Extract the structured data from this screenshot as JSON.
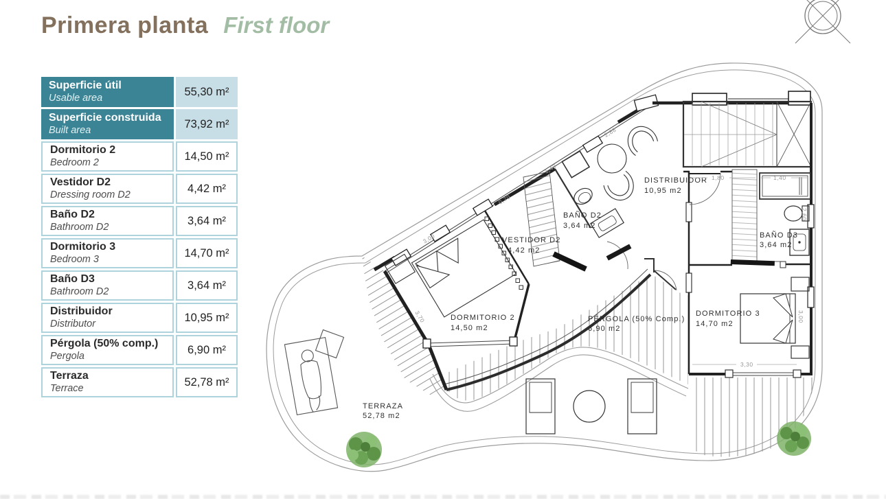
{
  "title": {
    "main": "Primera planta",
    "sub": "First floor"
  },
  "colors": {
    "teal_header": "#3b8495",
    "teal_light": "#c8dee6",
    "row_border": "#aed3dc",
    "title_main": "#83715d",
    "title_sub": "#a3bda5",
    "wall_line": "#333333",
    "light_line": "#999999",
    "tree_green": "#6fa85a"
  },
  "table": {
    "rows": [
      {
        "name": "Superficie útil",
        "sub": "Usable area",
        "value": "55,30 m²",
        "header": true
      },
      {
        "name": "Superficie construida",
        "sub": "Built area",
        "value": "73,92 m²",
        "header": true
      },
      {
        "name": "Dormitorio 2",
        "sub": "Bedroom 2",
        "value": "14,50 m²",
        "header": false
      },
      {
        "name": "Vestidor D2",
        "sub": "Dressing room D2",
        "value": "4,42 m²",
        "header": false
      },
      {
        "name": "Baño D2",
        "sub": "Bathroom D2",
        "value": "3,64 m²",
        "header": false
      },
      {
        "name": "Dormitorio 3",
        "sub": "Bedroom 3",
        "value": "14,70 m²",
        "header": false
      },
      {
        "name": "Baño D3",
        "sub": "Bathroom D2",
        "value": "3,64 m²",
        "header": false
      },
      {
        "name": "Distribuidor",
        "sub": "Distributor",
        "value": "10,95 m²",
        "header": false
      },
      {
        "name": "Pérgola (50% comp.)",
        "sub": "Pergola",
        "value": "6,90 m²",
        "header": false
      },
      {
        "name": "Terraza",
        "sub": "Terrace",
        "value": "52,78 m²",
        "header": false
      }
    ]
  },
  "plan": {
    "rooms": [
      {
        "name": "DORMITORIO 2",
        "area": "14,50 m2"
      },
      {
        "name": "VESTIDOR D2",
        "area": "4,42 m2"
      },
      {
        "name": "BAÑO D2",
        "area": "3,64 m2"
      },
      {
        "name": "DISTRIBUIDOR",
        "area": "10,95 m2"
      },
      {
        "name": "BAÑO D3",
        "area": "3,64 m2"
      },
      {
        "name": "DORMITORIO 3",
        "area": "14,70 m2"
      },
      {
        "name": "PÉRGOLA (50% Comp.)",
        "area": "6,90 m2"
      },
      {
        "name": "TERRAZA",
        "area": "52,78 m2"
      }
    ],
    "dims": [
      "3,00",
      "3,70",
      "2,88",
      "1,40",
      "0,70",
      "1,80",
      "1,40",
      "2,60",
      "3,30",
      "3,00"
    ]
  }
}
